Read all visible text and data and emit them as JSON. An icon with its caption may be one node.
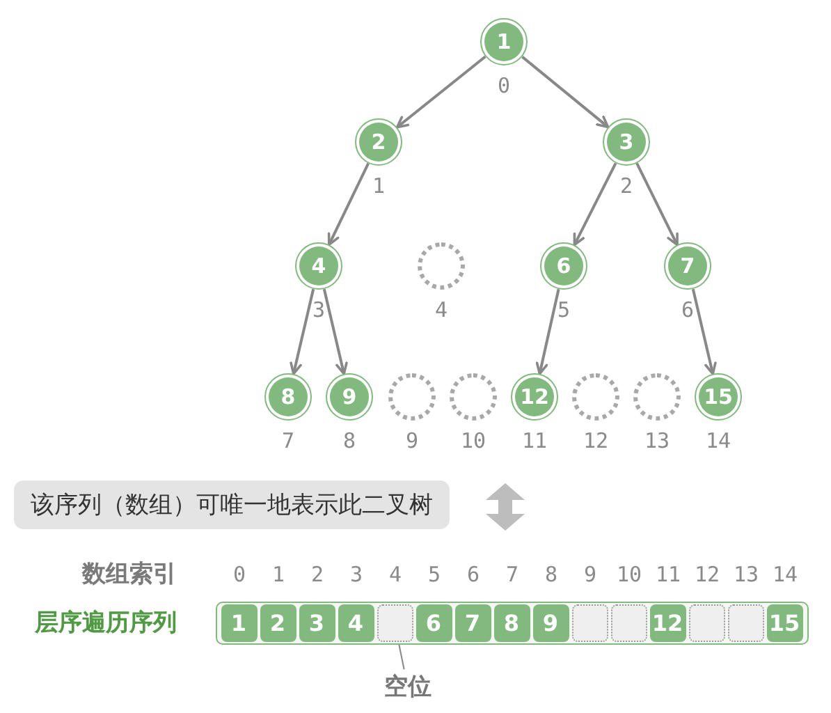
{
  "diagram": {
    "nodes": [
      {
        "text": [
          "1"
        ],
        "beside": [
          "0"
        ]
      },
      {
        "text": [
          "2"
        ],
        "beside": [
          "1"
        ]
      },
      {
        "text": [
          "3"
        ],
        "beside": [
          "2"
        ]
      },
      {
        "text": [
          "4"
        ],
        "beside": [
          "3"
        ]
      },
      {
        "text": [],
        "shape": "circle",
        "beside": [
          "4"
        ]
      },
      {
        "text": [
          "6"
        ],
        "beside": [
          "5"
        ]
      },
      {
        "text": [
          "7"
        ],
        "beside": [
          "6"
        ]
      },
      {
        "text": [
          "8"
        ],
        "beside": [
          "7"
        ]
      },
      {
        "text": [
          "9"
        ],
        "beside": [
          "8"
        ]
      },
      {
        "text": [],
        "shape": "circle",
        "beside": [
          "9"
        ]
      },
      {
        "text": [],
        "shape": "circle",
        "beside": [
          "10"
        ]
      },
      {
        "text": [
          "12"
        ],
        "beside": [
          "11"
        ]
      },
      {
        "text": [],
        "shape": "circle",
        "beside": [
          "12"
        ]
      },
      {
        "text": [],
        "shape": "circle",
        "beside": [
          "13"
        ]
      },
      {
        "text": [
          "15"
        ],
        "beside": [
          "14"
        ]
      },
      {
        "text": [
          "该序列（数组）可唯一地表示此二叉树"
        ]
      },
      {
        "text": [
          "层序遍历序列"
        ]
      },
      {
        "text": [
          "1"
        ],
        "in": 16,
        "beside": [
          "0"
        ]
      },
      {
        "text": [
          "2"
        ],
        "in": 16,
        "beside": [
          "1"
        ]
      },
      {
        "text": [
          "3"
        ],
        "in": 16,
        "beside": [
          "2"
        ]
      },
      {
        "text": [
          "4"
        ],
        "in": 16,
        "beside": [
          "3"
        ]
      },
      {
        "text": [],
        "shape": "box",
        "in": 16,
        "beside": [
          "4"
        ]
      },
      {
        "text": [
          "6"
        ],
        "in": 16,
        "beside": [
          "5"
        ]
      },
      {
        "text": [
          "7"
        ],
        "in": 16,
        "beside": [
          "6"
        ]
      },
      {
        "text": [
          "8"
        ],
        "in": 16,
        "beside": [
          "7"
        ]
      },
      {
        "text": [
          "9"
        ],
        "in": 16,
        "beside": [
          "8"
        ]
      },
      {
        "text": [],
        "shape": "box",
        "in": 16,
        "beside": [
          "9"
        ]
      },
      {
        "text": [],
        "shape": "box",
        "in": 16,
        "beside": [
          "10"
        ]
      },
      {
        "text": [
          "12"
        ],
        "in": 16,
        "beside": [
          "11"
        ]
      },
      {
        "text": [],
        "shape": "box",
        "in": 16,
        "beside": [
          "12"
        ]
      },
      {
        "text": [],
        "shape": "box",
        "in": 16,
        "beside": [
          "13"
        ]
      },
      {
        "text": [
          "15"
        ],
        "in": 16,
        "beside": [
          "14"
        ]
      },
      {
        "text": [
          "空位"
        ]
      }
    ],
    "edges": [
      {
        "from": 0,
        "to": 1,
        "arrow": "to"
      },
      {
        "from": 0,
        "to": 2,
        "arrow": "to"
      },
      {
        "from": 1,
        "to": 3,
        "arrow": "to"
      },
      {
        "from": 2,
        "to": 5,
        "arrow": "to"
      },
      {
        "from": 2,
        "to": 6,
        "arrow": "to"
      },
      {
        "from": 3,
        "to": 7,
        "arrow": "to"
      },
      {
        "from": 3,
        "to": 8,
        "arrow": "to"
      },
      {
        "from": 5,
        "to": 11,
        "arrow": "to"
      },
      {
        "from": 6,
        "to": 14,
        "arrow": "to"
      },
      {
        "from": 32,
        "to": 21,
        "arrow": "none"
      }
    ],
    "labels": [
      "数组索引"
    ]
  }
}
